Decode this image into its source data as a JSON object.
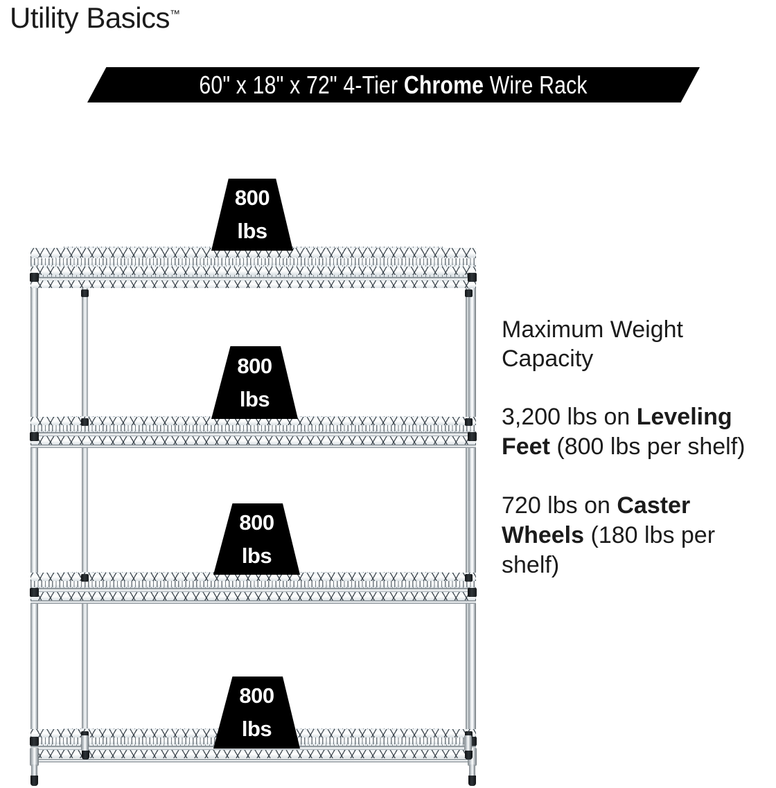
{
  "brand": {
    "name": "Utility Basics",
    "trademark": "™"
  },
  "banner": {
    "text_plain": "60\" x 18\" x 72\" 4-Tier Chrome Wire Rack",
    "prefix": "60\" x 18\" x 72\" 4-Tier ",
    "emphasis": "Chrome",
    "suffix": " Wire Rack",
    "background_color": "#000000",
    "text_color": "#ffffff"
  },
  "capacity_panel": {
    "heading": "Maximum Weight Capacity",
    "items": [
      {
        "prefix": "3,200 lbs on ",
        "emphasis": "Leveling Feet",
        "suffix": " (800 lbs per shelf)",
        "total": "3,200 lbs",
        "per_shelf": "800 lbs",
        "support": "Leveling Feet"
      },
      {
        "prefix": "720 lbs on ",
        "emphasis": "Caster Wheels",
        "suffix": " (180 lbs per shelf)",
        "total": "720 lbs",
        "per_shelf": "180 lbs",
        "support": "Caster Wheels"
      }
    ]
  },
  "product": {
    "tiers": 4,
    "width_in": "60\"",
    "depth_in": "18\"",
    "height_in": "72\"",
    "finish": "Chrome",
    "chrome_color": "#dfe5e9",
    "accent_color": "#000000"
  },
  "shelf_badges": [
    {
      "value": "800",
      "unit": "lbs"
    },
    {
      "value": "800",
      "unit": "lbs"
    },
    {
      "value": "800",
      "unit": "lbs"
    },
    {
      "value": "800",
      "unit": "lbs"
    }
  ]
}
